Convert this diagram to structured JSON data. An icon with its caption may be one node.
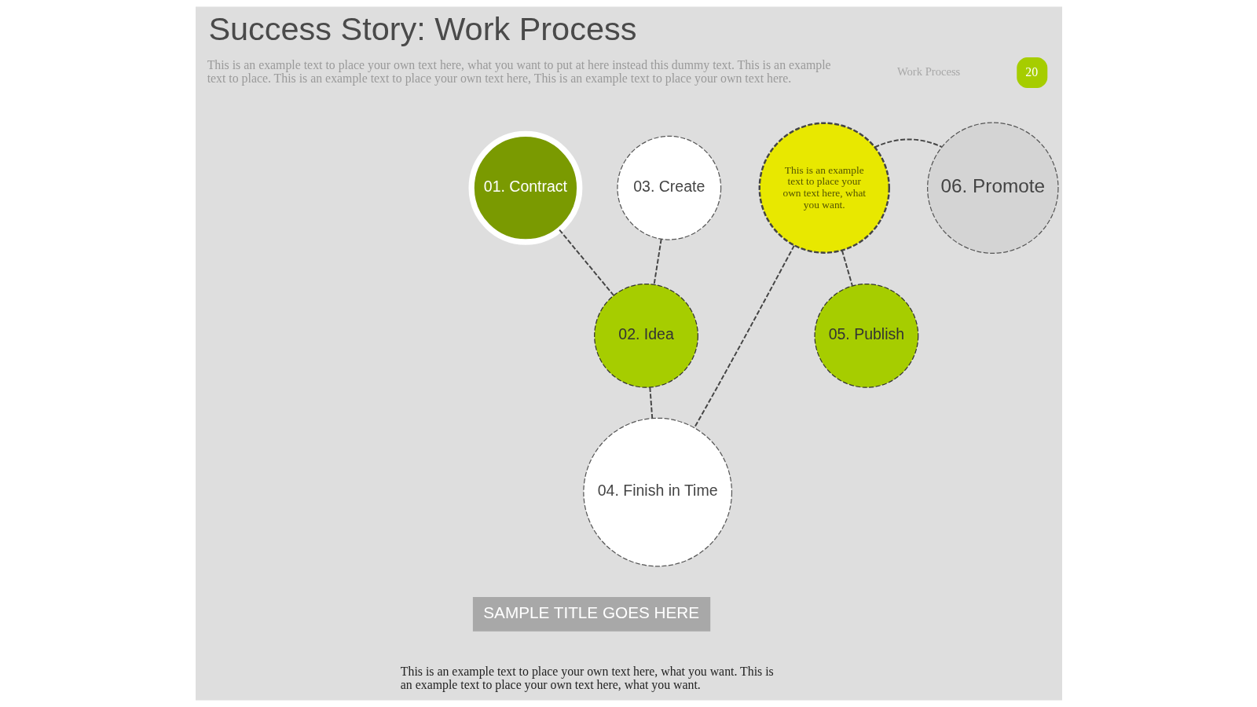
{
  "diagram": {
    "title": "Success Story: Work Process",
    "nodes": [
      {
        "text": [
          "01. Contract"
        ]
      },
      {
        "text": [
          "02. Idea"
        ]
      },
      {
        "text": [
          "03. Create"
        ]
      },
      {
        "text": [
          "04. Finish in Time"
        ]
      },
      {
        "text": [
          "This is an example text to place your own text here, what you want."
        ]
      },
      {
        "text": [
          "05. Publish"
        ]
      },
      {
        "text": [
          "06. Promote"
        ]
      }
    ],
    "edges": [
      {
        "from": 0,
        "to": 1,
        "arrow": "none",
        "style": "dashed"
      },
      {
        "from": 2,
        "to": 1,
        "arrow": "none",
        "style": "dashed"
      },
      {
        "from": 1,
        "to": 3,
        "arrow": "none",
        "style": "dashed"
      },
      {
        "from": 4,
        "to": 3,
        "arrow": "none",
        "style": "dashed"
      },
      {
        "from": 4,
        "to": 5,
        "arrow": "none",
        "style": "dashed"
      },
      {
        "from": 4,
        "to": 6,
        "arrow": "none",
        "style": "dashed"
      }
    ],
    "labels": [
      "Work Process",
      "20",
      "This is an example text to place your own text here, what you want to put at here instead this dummy text. This is an example text to place. This is an example text to place your own text here, This is an example text to place your own text here.",
      "SAMPLE TITLE GOES HERE",
      "This is an example text to place your own text here, what you want. This is an example text to place your own text here, what you want."
    ]
  }
}
